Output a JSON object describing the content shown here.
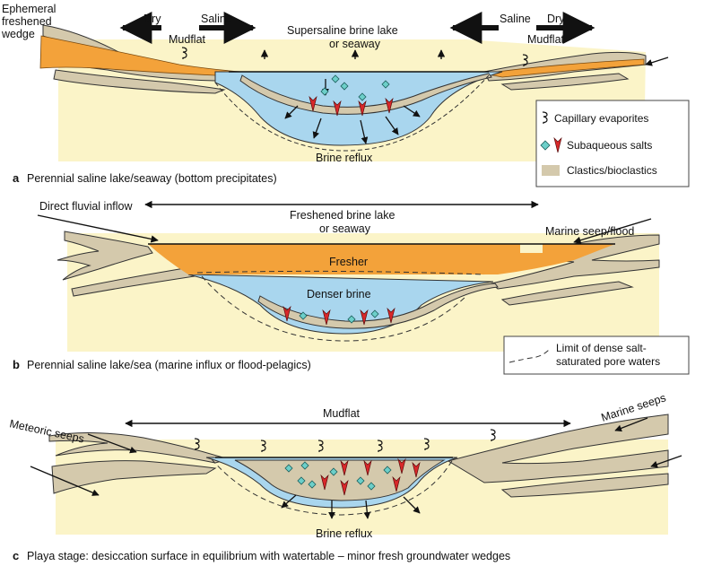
{
  "panel_a": {
    "letter": "a",
    "caption": "Perennial saline lake/seaway (bottom precipitates)",
    "wedge_line1": "Ephemeral",
    "wedge_line2": "freshened",
    "wedge_line3": "wedge",
    "dry_left": "Dry",
    "saline_left": "Saline",
    "mudflat_left": "Mudflat",
    "lake_line1": "Supersaline brine lake",
    "lake_line2": "or seaway",
    "saline_right": "Saline",
    "dry_right": "Dry",
    "mudflat_right": "Mudflat",
    "reflux": "Brine reflux"
  },
  "legend_a": {
    "capillary": "Capillary evaporites",
    "subaqueous": "Subaqueous salts",
    "clastics": "Clastics/bioclastics"
  },
  "panel_b": {
    "letter": "b",
    "caption": "Perennial saline lake/sea (marine influx or flood-pelagics)",
    "fluvial": "Direct fluvial inflow",
    "lake_line1": "Freshened brine lake",
    "lake_line2": "or seaway",
    "marine": "Marine seep/flood",
    "fresher": "Fresher",
    "denser": "Denser brine"
  },
  "legend_b": {
    "line1": "Limit of dense salt-",
    "line2": "saturated pore waters"
  },
  "panel_c": {
    "letter": "c",
    "caption": "Playa stage: desiccation surface in equilibrium with watertable – minor fresh groundwater wedges",
    "meteoric": "Meteoric seeps",
    "mudflat": "Mudflat",
    "marine": "Marine seeps",
    "reflux": "Brine reflux"
  },
  "colors": {
    "sand": "#fbf4c8",
    "clastic": "#d4c9ac",
    "water": "#a9d6ee",
    "fresh": "#f3a23a",
    "salt_red": "#d9282a",
    "salt_teal": "#6ccfc9"
  }
}
